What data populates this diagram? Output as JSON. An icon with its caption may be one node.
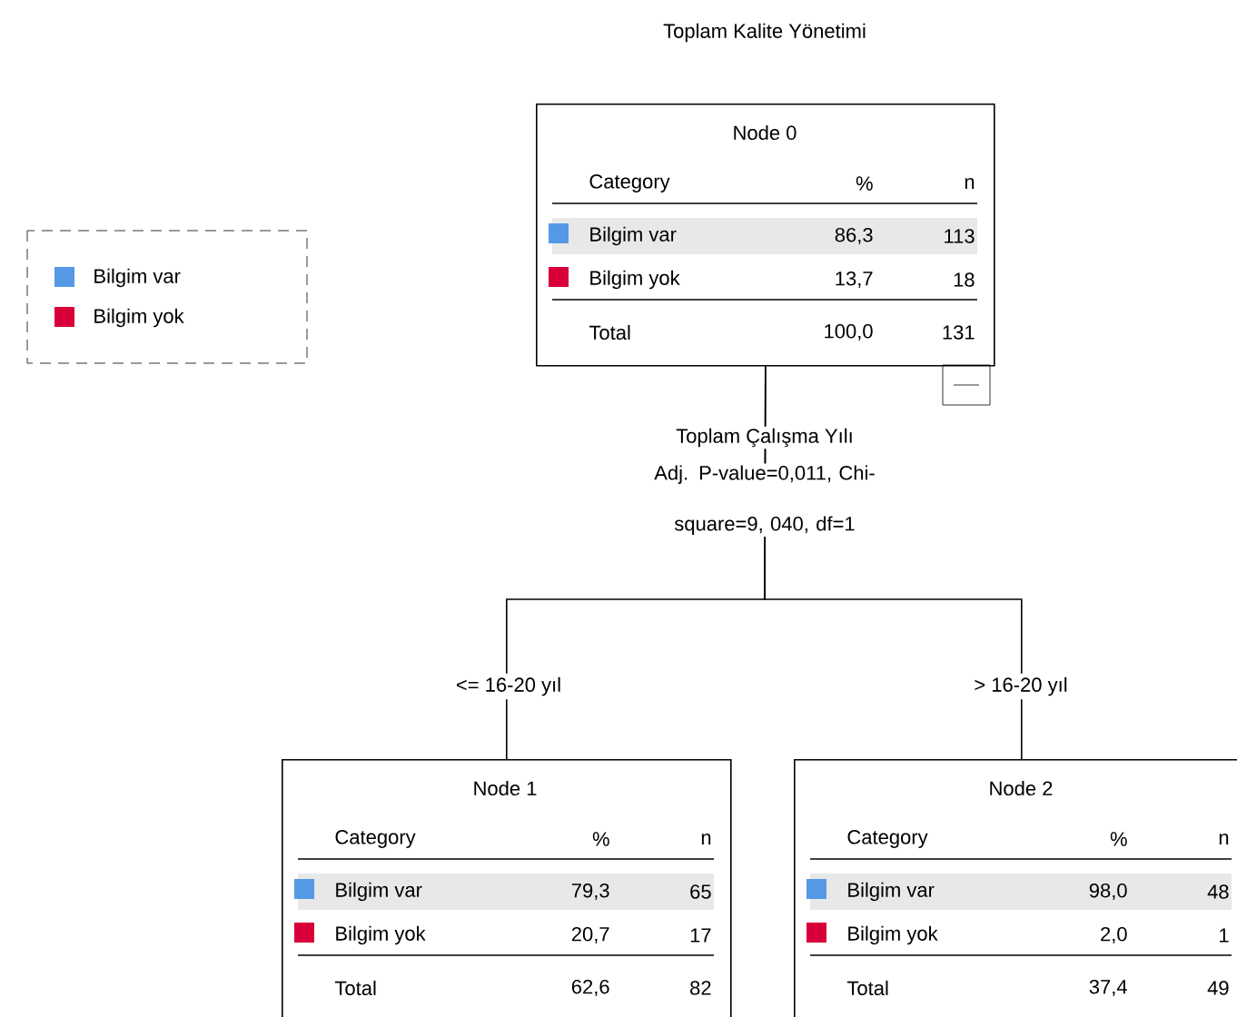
{
  "diagram": {
    "title": "Toplam Kalite Yönetimi",
    "nodes": [
      {
        "text": [
          "Node 0",
          "Category",
          "%",
          "n",
          "Bilgim var",
          "86,3",
          "113",
          "Bilgim yok",
          "13,7",
          "18",
          "Total",
          "100,0",
          "131"
        ],
        "beside": [
          "Toplam Çalışma Yılı",
          "Adj. P-value=0,011, Chi-square=9, 040, df=1"
        ]
      },
      {
        "text": [
          "Node 1",
          "Category",
          "%",
          "n",
          "Bilgim var",
          "79,3",
          "65",
          "Bilgim yok",
          "20,7",
          "17",
          "Total",
          "62,6",
          "82"
        ]
      },
      {
        "text": [
          "Node 2",
          "Category",
          "%",
          "n",
          "Bilgim var",
          "98,0",
          "48",
          "Bilgim yok",
          "2,0",
          "1",
          "Total",
          "37,4",
          "49"
        ]
      }
    ],
    "edges": [
      {
        "from": 0,
        "to": 1,
        "arrow": "none",
        "label": "<= 16-20 yıl"
      },
      {
        "from": 0,
        "to": 2,
        "arrow": "none",
        "label": "> 16-20 yıl"
      }
    ],
    "legend": [
      {
        "text": "Bilgim var",
        "color": "#5599e6"
      },
      {
        "text": "Bilgim yok",
        "color": "#d9003a"
      }
    ]
  }
}
